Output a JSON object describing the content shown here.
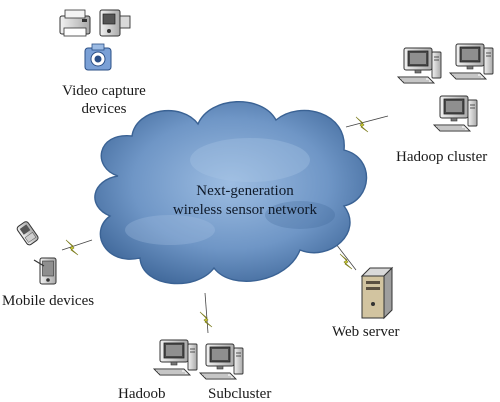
{
  "cloud": {
    "line1": "Next-generation",
    "line2": "wireless sensor network"
  },
  "nodes": {
    "video": {
      "line1": "Video capture",
      "line2": "devices"
    },
    "hadoop_cluster": {
      "label": "Hadoop cluster"
    },
    "mobile": {
      "label": "Mobile devices"
    },
    "web_server": {
      "label": "Web server"
    },
    "hadoob": {
      "label": "Hadoob"
    },
    "subcluster": {
      "label": "Subcluster"
    }
  },
  "colors": {
    "cloud_dark": "#3f6a9e",
    "cloud_light": "#8fb3dc",
    "link_bolt": "#c9c930",
    "device_body": "#e8e8e8",
    "device_outline": "#333333"
  },
  "icons": {
    "video": [
      "printer-icon",
      "video-camera-icon",
      "camera-icon"
    ],
    "cluster": [
      "desktop-computer-icon",
      "desktop-computer-icon",
      "desktop-computer-icon"
    ],
    "mobile": [
      "flip-phone-icon",
      "pda-icon"
    ],
    "server": [
      "tower-server-icon"
    ],
    "hadoob": [
      "desktop-computer-icon"
    ],
    "subcluster": [
      "desktop-computer-icon"
    ],
    "link": "lightning-bolt-icon"
  }
}
